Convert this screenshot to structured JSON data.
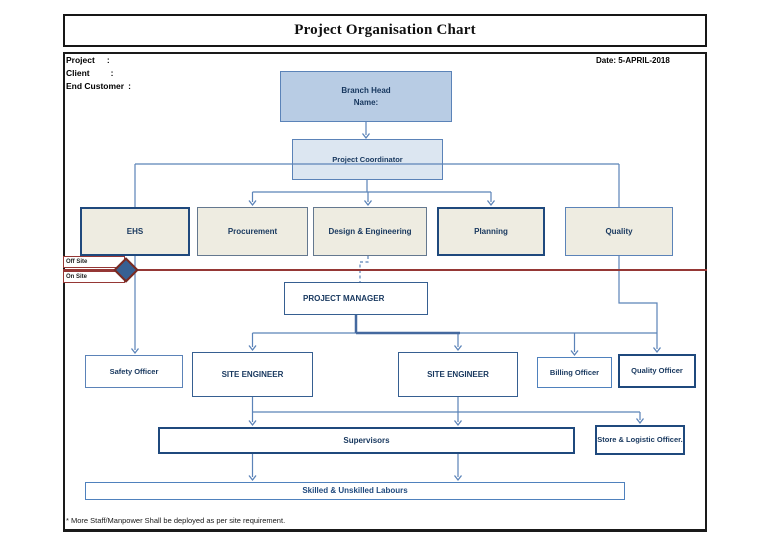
{
  "page": {
    "title": "Project Organisation Chart",
    "date": "Date: 5-APRIL-2018",
    "meta": [
      {
        "label": "Project",
        "colon": ":"
      },
      {
        "label": "Client",
        "colon": ":"
      },
      {
        "label": "End Customer",
        "colon": ":"
      }
    ],
    "footnote": "* More Staff/Manpower Shall be deployed as per site requirement."
  },
  "zones": {
    "off_site": "Off Site",
    "on_site": "On Site"
  },
  "nodes": {
    "branch_head": {
      "line1": "Branch Head",
      "line2": "Name:"
    },
    "project_coordinator": "Project Coordinator",
    "ehs": "EHS",
    "procurement": "Procurement",
    "design_engineering": "Design & Engineering",
    "planning": "Planning",
    "quality": "Quality",
    "project_manager": "PROJECT MANAGER",
    "safety_officer": "Safety Officer",
    "site_engineer_1": "SITE ENGINEER",
    "site_engineer_2": "SITE ENGINEER",
    "billing_officer": "Billing Officer",
    "quality_officer": "Quality Officer",
    "supervisors": "Supervisors",
    "store_logistic_officer": "Store & Logistic Officer.",
    "skilled_labours": "Skilled & Unskilled Labours"
  },
  "colors": {
    "connector_blue": "#5b83b8",
    "connector_blue_thick": "#44699f",
    "accent_blue": "#4f81bd",
    "dark_navy_border": "#1f497d",
    "text_navy": "#17375e",
    "branch_head_fill": "#b8cce4",
    "coordinator_fill": "#dce6f1",
    "department_fill": "#eeece1",
    "divider_maroon": "#953735",
    "diamond_fill": "#376092"
  }
}
